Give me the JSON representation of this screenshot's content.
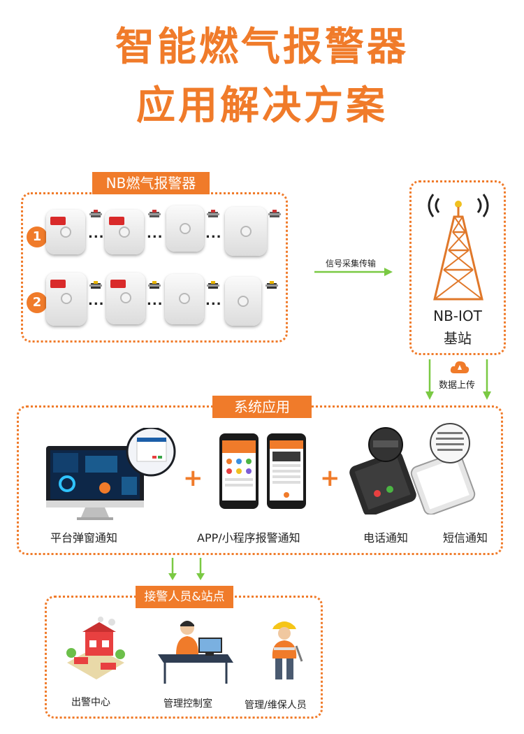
{
  "title_line1": "智能燃气报警器",
  "title_line2": "应用解决方案",
  "detectors_section": {
    "tag": "NB燃气报警器",
    "row1_badge": "1",
    "row2_badge": "2",
    "ellipsis": "..."
  },
  "arrow_label": "信号采集传输",
  "base_station": {
    "line1": "NB-IOT",
    "line2": "基站"
  },
  "upload_label": "数据上传",
  "system_section": {
    "tag": "系统应用",
    "plus": "+",
    "items": [
      {
        "label": "平台弹窗通知"
      },
      {
        "label": "APP/小程序报警通知"
      },
      {
        "label": "电话通知"
      },
      {
        "label": "短信通知"
      }
    ]
  },
  "receivers_section": {
    "tag": "接警人员&站点",
    "items": [
      {
        "label": "出警中心"
      },
      {
        "label": "管理控制室"
      },
      {
        "label": "管理/维保人员"
      }
    ]
  },
  "colors": {
    "accent": "#f07b2a",
    "arrow": "#7ac943",
    "tower": "#e0782a"
  }
}
